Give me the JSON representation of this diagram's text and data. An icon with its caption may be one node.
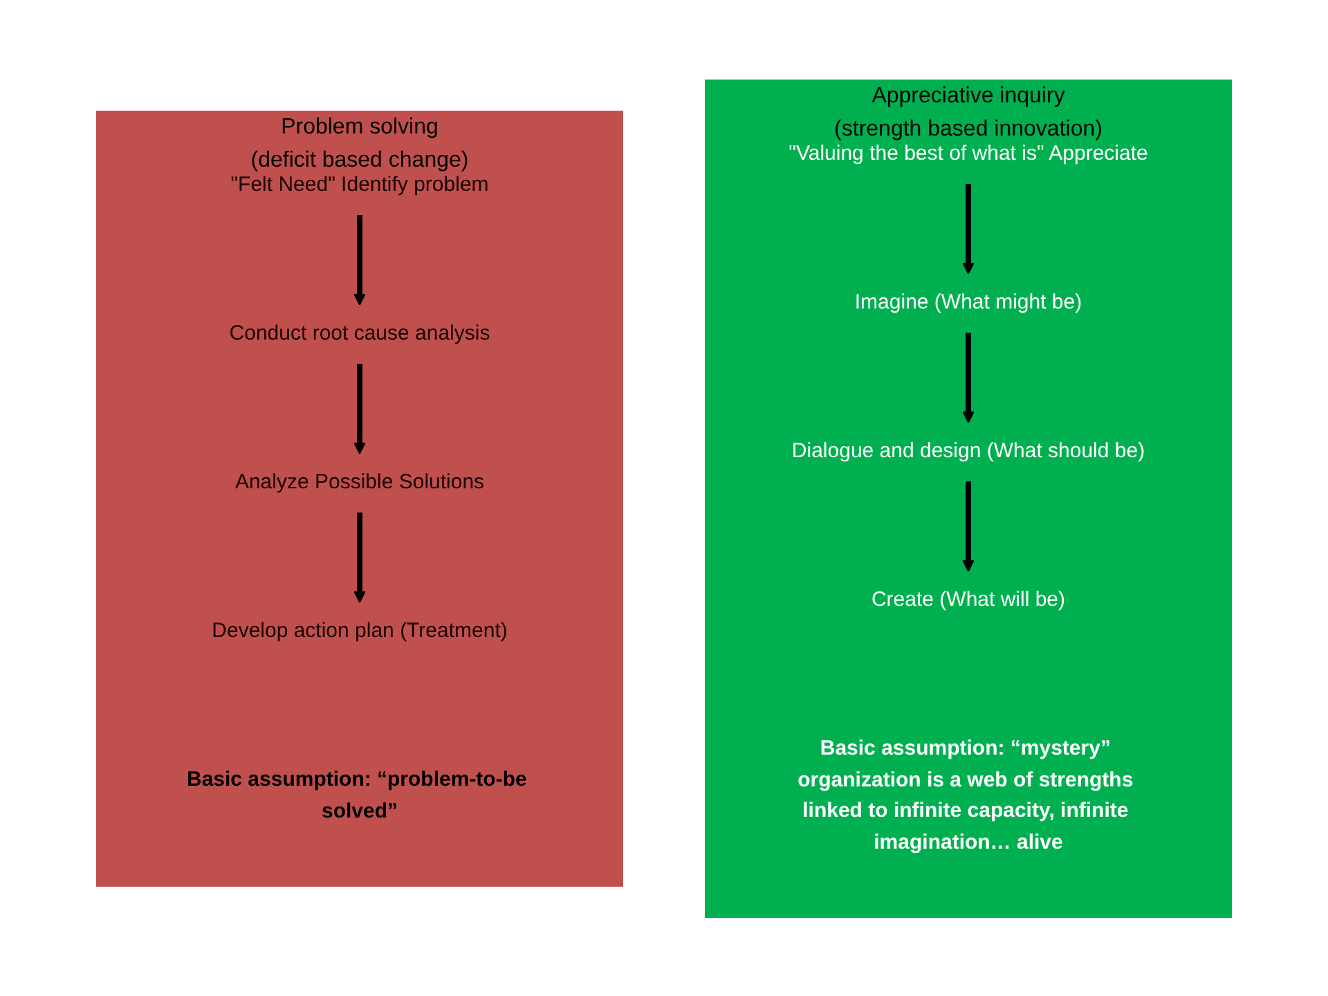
{
  "diagram": {
    "nodes": [
      {
        "text": [
          "Problem solving",
          "(deficit based change)"
        ]
      },
      {
        "text": [
          "\"Felt Need\" Identify problem"
        ],
        "in": 0
      },
      {
        "text": [
          "Conduct root cause analysis"
        ],
        "in": 0
      },
      {
        "text": [
          "Analyze Possible Solutions"
        ],
        "in": 0
      },
      {
        "text": [
          "Develop action plan (Treatment)"
        ],
        "in": 0
      },
      {
        "text": [
          "Basic assumption: “problem-to-be solved”"
        ],
        "in": 0
      },
      {
        "text": [
          "Appreciative inquiry",
          "(strength based innovation)"
        ]
      },
      {
        "text": [
          "\"Valuing the best of what is\" Appreciate"
        ],
        "in": 6
      },
      {
        "text": [
          "Imagine (What might be)"
        ],
        "in": 6
      },
      {
        "text": [
          "Dialogue and design (What should be)"
        ],
        "in": 6
      },
      {
        "text": [
          "Create (What will be)"
        ],
        "in": 6
      },
      {
        "text": [
          "Basic assumption: “mystery” organization is a web of strengths linked to infinite capacity, infinite imagination… alive"
        ],
        "in": 6
      }
    ],
    "edges": [
      {
        "from": 1,
        "to": 2,
        "arrow": "to"
      },
      {
        "from": 2,
        "to": 3,
        "arrow": "to"
      },
      {
        "from": 3,
        "to": 4,
        "arrow": "to"
      },
      {
        "from": 7,
        "to": 8,
        "arrow": "to"
      },
      {
        "from": 8,
        "to": 9,
        "arrow": "to"
      },
      {
        "from": 9,
        "to": 10,
        "arrow": "to"
      }
    ]
  }
}
